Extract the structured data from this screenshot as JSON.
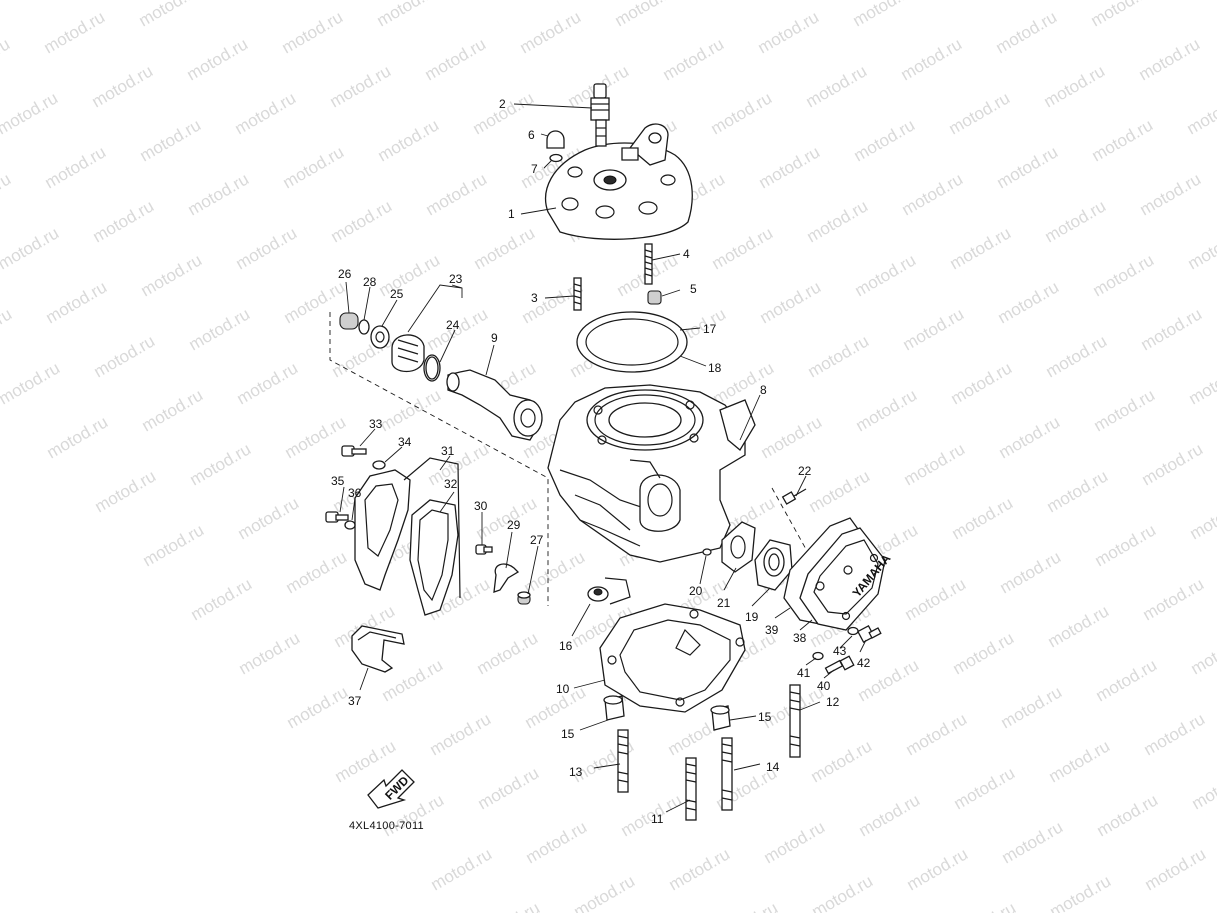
{
  "watermark": {
    "text": "motod.ru"
  },
  "diagram": {
    "catalog_code": "4XL4100-7011",
    "fwd_label": "FWD",
    "brand_label": "YAMAHA",
    "callouts": [
      "1",
      "2",
      "3",
      "4",
      "5",
      "6",
      "7",
      "8",
      "9",
      "10",
      "11",
      "12",
      "13",
      "14",
      "15",
      "15",
      "16",
      "17",
      "18",
      "19",
      "20",
      "21",
      "22",
      "23",
      "24",
      "25",
      "26",
      "27",
      "28",
      "29",
      "30",
      "31",
      "32",
      "33",
      "34",
      "35",
      "36",
      "37",
      "38",
      "39",
      "40",
      "41",
      "42",
      "43"
    ]
  }
}
